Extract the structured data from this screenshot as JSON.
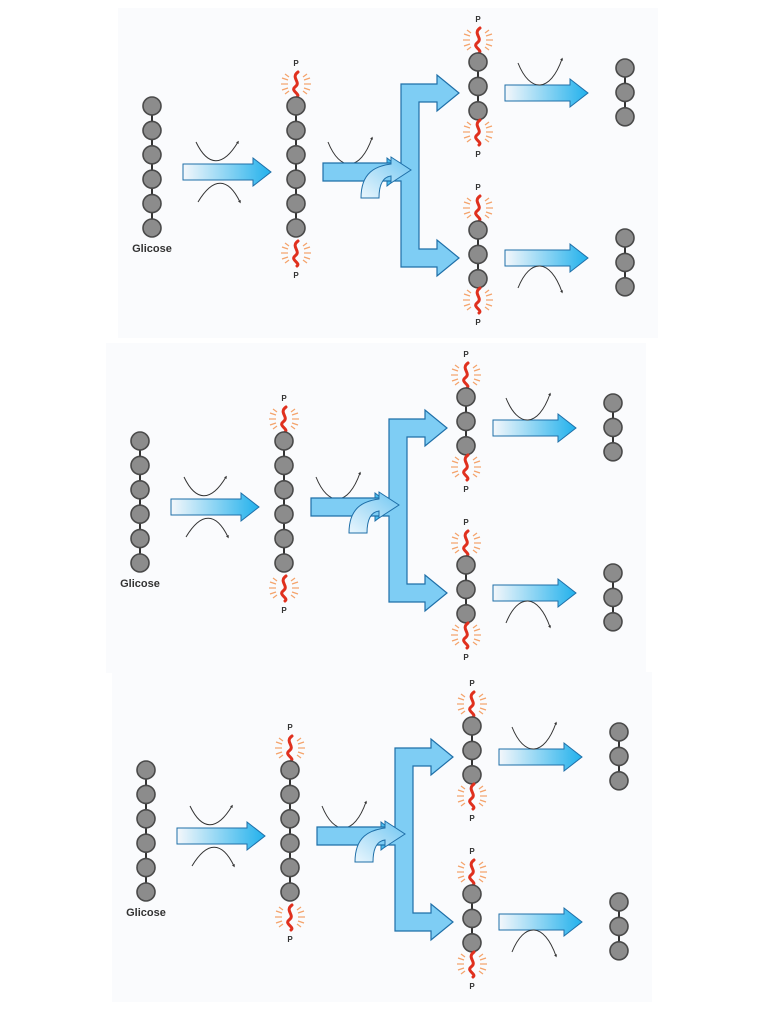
{
  "labels": {
    "glucose": "Glicose",
    "phosphate": "P"
  },
  "colors": {
    "bead_fill": "#8c8c8c",
    "bead_stroke": "#4a4a4a",
    "arrow_blue": "#22b1ec",
    "arrow_light": "#f4f7fb",
    "big_arrow_fill": "#7ecdf4",
    "big_arrow_stroke": "#1f6fa8",
    "phosphate_red": "#e0301e",
    "phosphate_rays": "#f4a26a",
    "panel_bg": "#fafbfd"
  },
  "panels": [
    {
      "name": "panel-1"
    },
    {
      "name": "panel-2"
    },
    {
      "name": "panel-3"
    }
  ]
}
